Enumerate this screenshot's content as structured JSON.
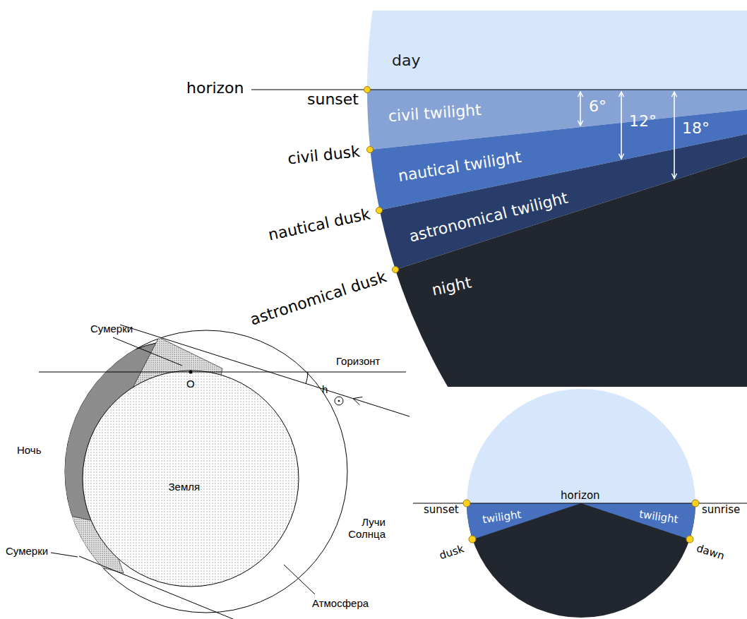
{
  "diagram": {
    "nodes": [
      {
        "text": [
          "day"
        ]
      },
      {
        "text": [
          "civil twilight"
        ]
      },
      {
        "text": [
          "nautical twilight"
        ]
      },
      {
        "text": [
          "astronomical twilight"
        ]
      },
      {
        "text": [
          "night"
        ]
      },
      {
        "text": [
          "Земля"
        ]
      },
      {
        "text": [
          "twilight"
        ]
      },
      {
        "text": [
          "twilight"
        ]
      }
    ],
    "labels": [
      "horizon",
      "sunset",
      "civil dusk",
      "nautical dusk",
      "astronomical dusk",
      "6°",
      "12°",
      "18°",
      "Сумерки",
      "Горизонт",
      "O",
      "h",
      "Ночь",
      "Лучи Солнца",
      "Сумерки",
      "Атмосфера",
      "horizon",
      "sunset",
      "sunrise",
      "dusk",
      "dawn"
    ]
  }
}
